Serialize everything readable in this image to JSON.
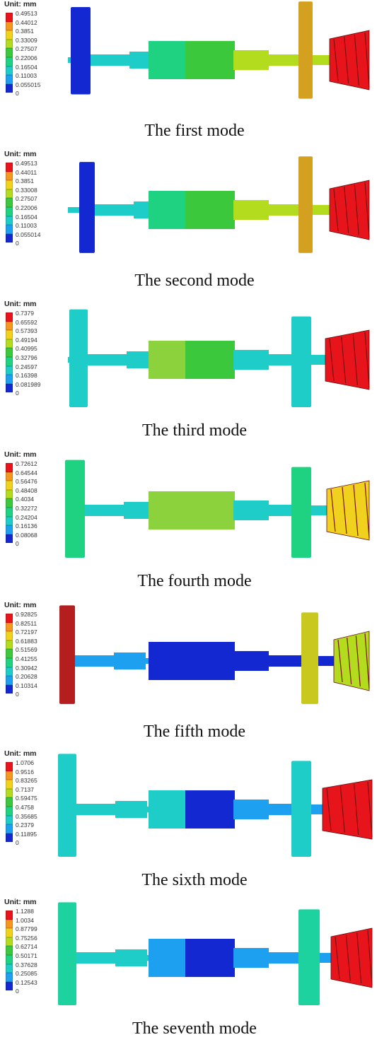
{
  "panels": [
    {
      "unit": "Unit: mm",
      "legend": [
        "0.49513",
        "0.44012",
        "0.3851",
        "0.33009",
        "0.27507",
        "0.22006",
        "0.16504",
        "0.11003",
        "0.055015",
        "0"
      ],
      "caption": "The first mode"
    },
    {
      "unit": "Unit: mm",
      "legend": [
        "0.49513",
        "0.44011",
        "0.3851",
        "0.33008",
        "0.27507",
        "0.22006",
        "0.16504",
        "0.11003",
        "0.055014",
        "0"
      ],
      "caption": "The second mode"
    },
    {
      "unit": "Unit: mm",
      "legend": [
        "0.7379",
        "0.65592",
        "0.57393",
        "0.49194",
        "0.40995",
        "0.32796",
        "0.24597",
        "0.16398",
        "0.081989",
        "0"
      ],
      "caption": "The third mode"
    },
    {
      "unit": "Unit: mm",
      "legend": [
        "0.72612",
        "0.64544",
        "0.56476",
        "0.48408",
        "0.4034",
        "0.32272",
        "0.24204",
        "0.16136",
        "0.08068",
        "0"
      ],
      "caption": "The fourth mode"
    },
    {
      "unit": "Unit: mm",
      "legend": [
        "0.92825",
        "0.82511",
        "0.72197",
        "0.61883",
        "0.51569",
        "0.41255",
        "0.30942",
        "0.20628",
        "0.10314",
        "0"
      ],
      "caption": "The fifth mode"
    },
    {
      "unit": "Unit: mm",
      "legend": [
        "1.0706",
        "0.9516",
        "0.83265",
        "0.7137",
        "0.59475",
        "0.4758",
        "0.35685",
        "0.2379",
        "0.11895",
        "0"
      ],
      "caption": "The sixth mode"
    },
    {
      "unit": "Unit: mm",
      "legend": [
        "1.1288",
        "1.0034",
        "0.87799",
        "0.75256",
        "0.62714",
        "0.50171",
        "0.37628",
        "0.25085",
        "0.12543",
        "0"
      ],
      "caption": "The seventh mode"
    }
  ],
  "colors": {
    "scale": [
      "#e8141b",
      "#f5961e",
      "#f0d21e",
      "#b4dc1e",
      "#3cc83c",
      "#1ed282",
      "#1ecdc8",
      "#1ea0f0",
      "#1428d2"
    ],
    "shaft_parts": {
      "p1": {
        "left_disk": "#1428d2",
        "shaft": "#1ecdc8",
        "mid_a": "#1ed282",
        "mid_b": "#3cc83c",
        "right_shaft": "#b4dc1e",
        "right_disk": "#d4a020",
        "impeller": "#e8141b"
      },
      "p2": {
        "left_disk": "#1428d2",
        "shaft": "#1ecdc8",
        "mid_a": "#1ed282",
        "mid_b": "#3cc83c",
        "right_shaft": "#b4dc1e",
        "right_disk": "#d4a020",
        "impeller": "#e8141b"
      },
      "p3": {
        "left_disk": "#1ecdc8",
        "shaft": "#1ecdc8",
        "mid_a": "#8cd23c",
        "mid_b": "#3cc83c",
        "right_shaft": "#1ecdc8",
        "right_disk": "#1ecdc8",
        "impeller": "#e8141b"
      },
      "p4": {
        "left_disk": "#1ed282",
        "shaft": "#1ecdc8",
        "mid_a": "#8cd23c",
        "mid_b": "#8cd23c",
        "right_shaft": "#1ecdc8",
        "right_disk": "#1ed282",
        "impeller": "#f0d21e"
      },
      "p5": {
        "left_disk": "#b41e1e",
        "shaft": "#1ea0f0",
        "mid_a": "#1428d2",
        "mid_b": "#1428d2",
        "right_shaft": "#1428d2",
        "right_disk": "#c8c81e",
        "impeller": "#b4dc1e"
      },
      "p6": {
        "left_disk": "#1ecdc8",
        "shaft": "#1ecdc8",
        "mid_a": "#1ecdc8",
        "mid_b": "#1428d2",
        "right_shaft": "#1ea0f0",
        "right_disk": "#1ecdc8",
        "impeller": "#e8141b"
      },
      "p7": {
        "left_disk": "#1ed2a0",
        "shaft": "#1ecdc8",
        "mid_a": "#1ea0f0",
        "mid_b": "#1428d2",
        "right_shaft": "#1ea0f0",
        "right_disk": "#1ed2a0",
        "impeller": "#e8141b"
      }
    }
  }
}
